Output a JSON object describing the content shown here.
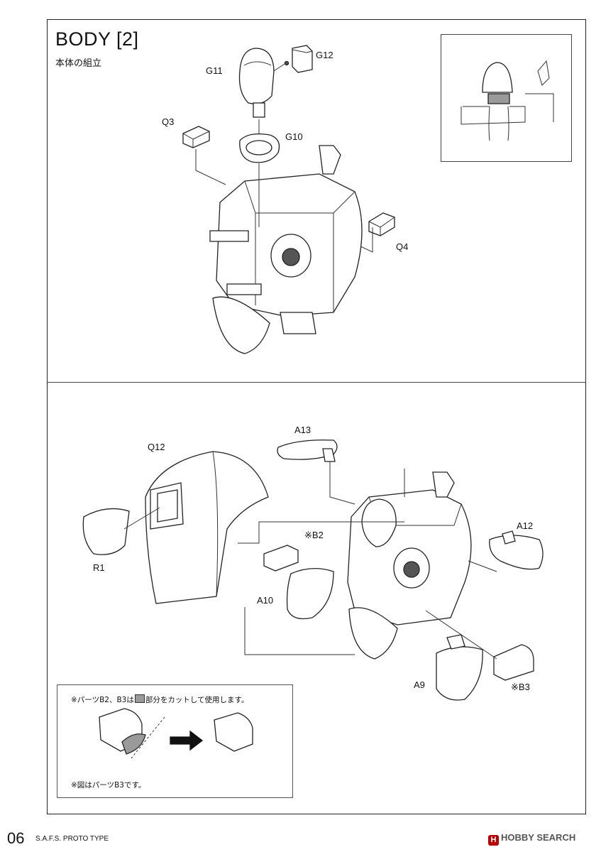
{
  "section": {
    "title": "BODY [2]",
    "subtitle": "本体の組立"
  },
  "parts_upper": [
    "G12",
    "G11",
    "Q3",
    "G10",
    "Q4"
  ],
  "parts_lower": [
    "A13",
    "Q12",
    "A12",
    "※B2",
    "R1",
    "A10",
    "A9",
    "※B3"
  ],
  "note": {
    "line1_before": "※パーツB2、B3は",
    "line1_after": "部分をカットして使用します。",
    "line2": "※図はパーツB3です。"
  },
  "footer": {
    "page": "06",
    "product": "S.A.F.S. PROTO TYPE",
    "watermark": "HOBBY SEARCH",
    "watermark_logo": "H"
  }
}
